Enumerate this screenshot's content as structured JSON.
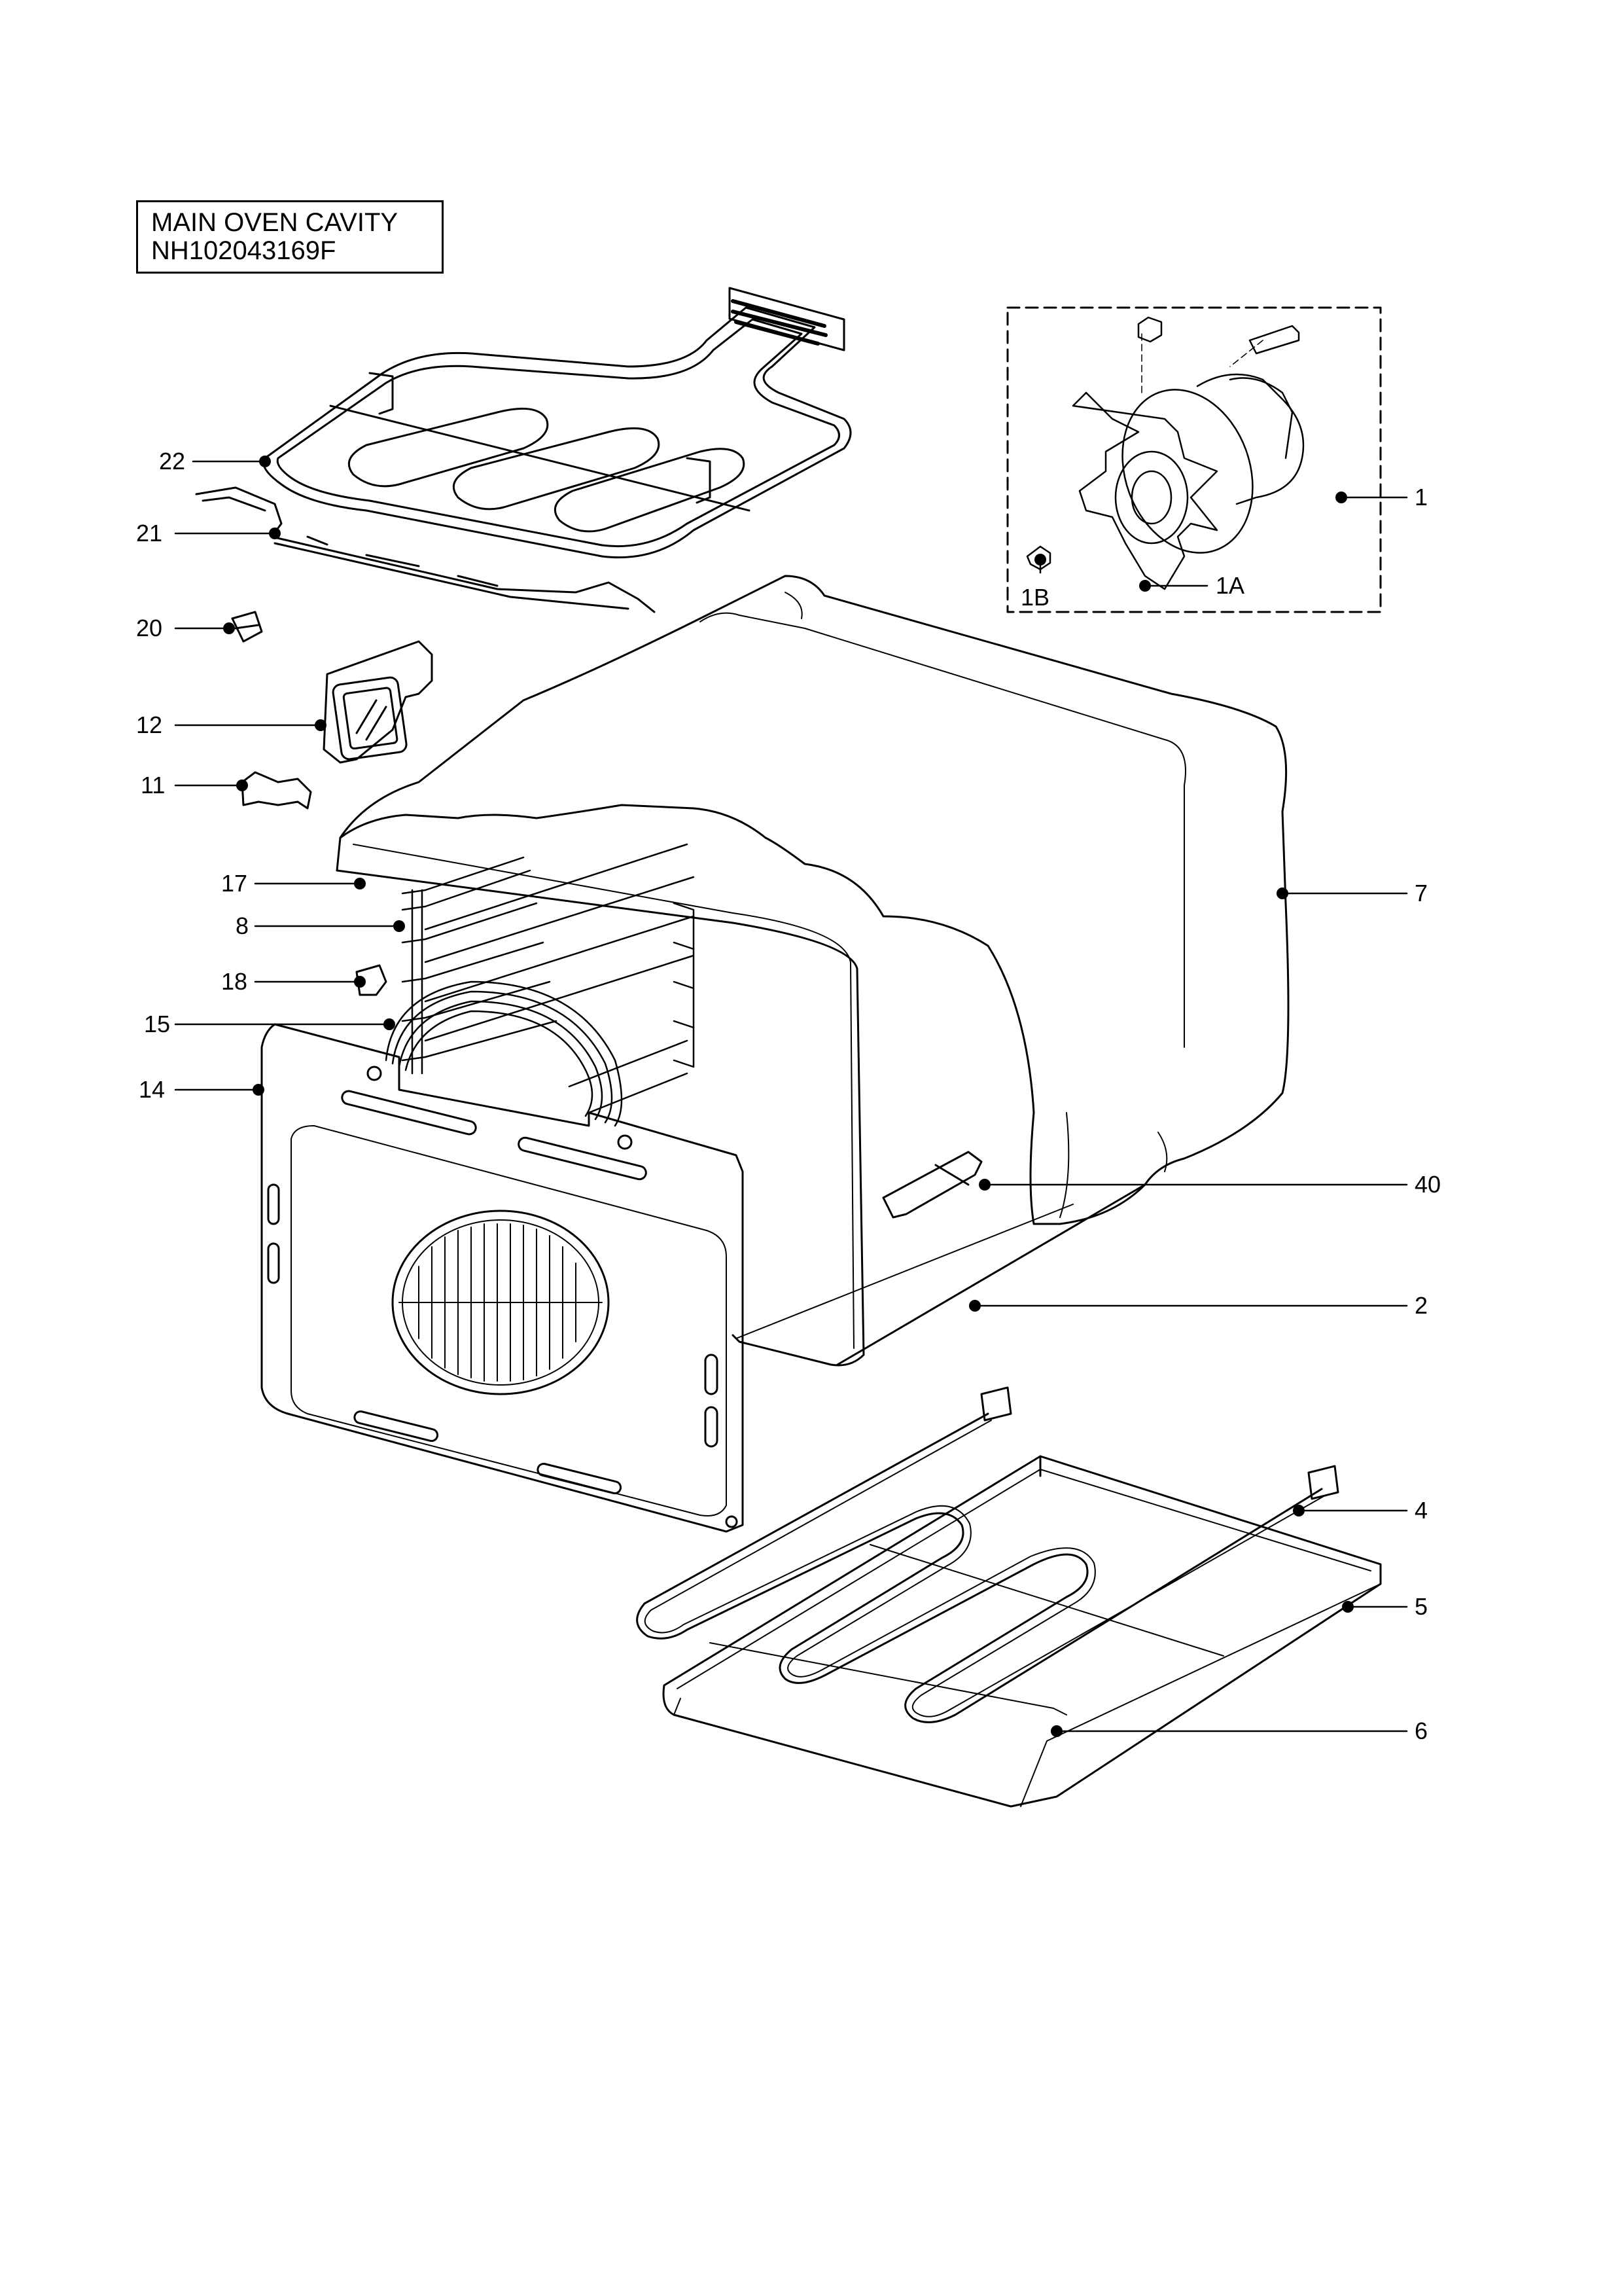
{
  "title": {
    "line1": "MAIN OVEN CAVITY",
    "line2": "NH102043169F"
  },
  "callouts": {
    "c22": "22",
    "c21": "21",
    "c20": "20",
    "c12": "12",
    "c11": "11",
    "c17": "17",
    "c8": "8",
    "c18": "18",
    "c15": "15",
    "c14": "14",
    "c1": "1",
    "c1A": "1A",
    "c1B": "1B",
    "c7": "7",
    "c40": "40",
    "c2": "2",
    "c4": "4",
    "c5": "5",
    "c6": "6"
  }
}
